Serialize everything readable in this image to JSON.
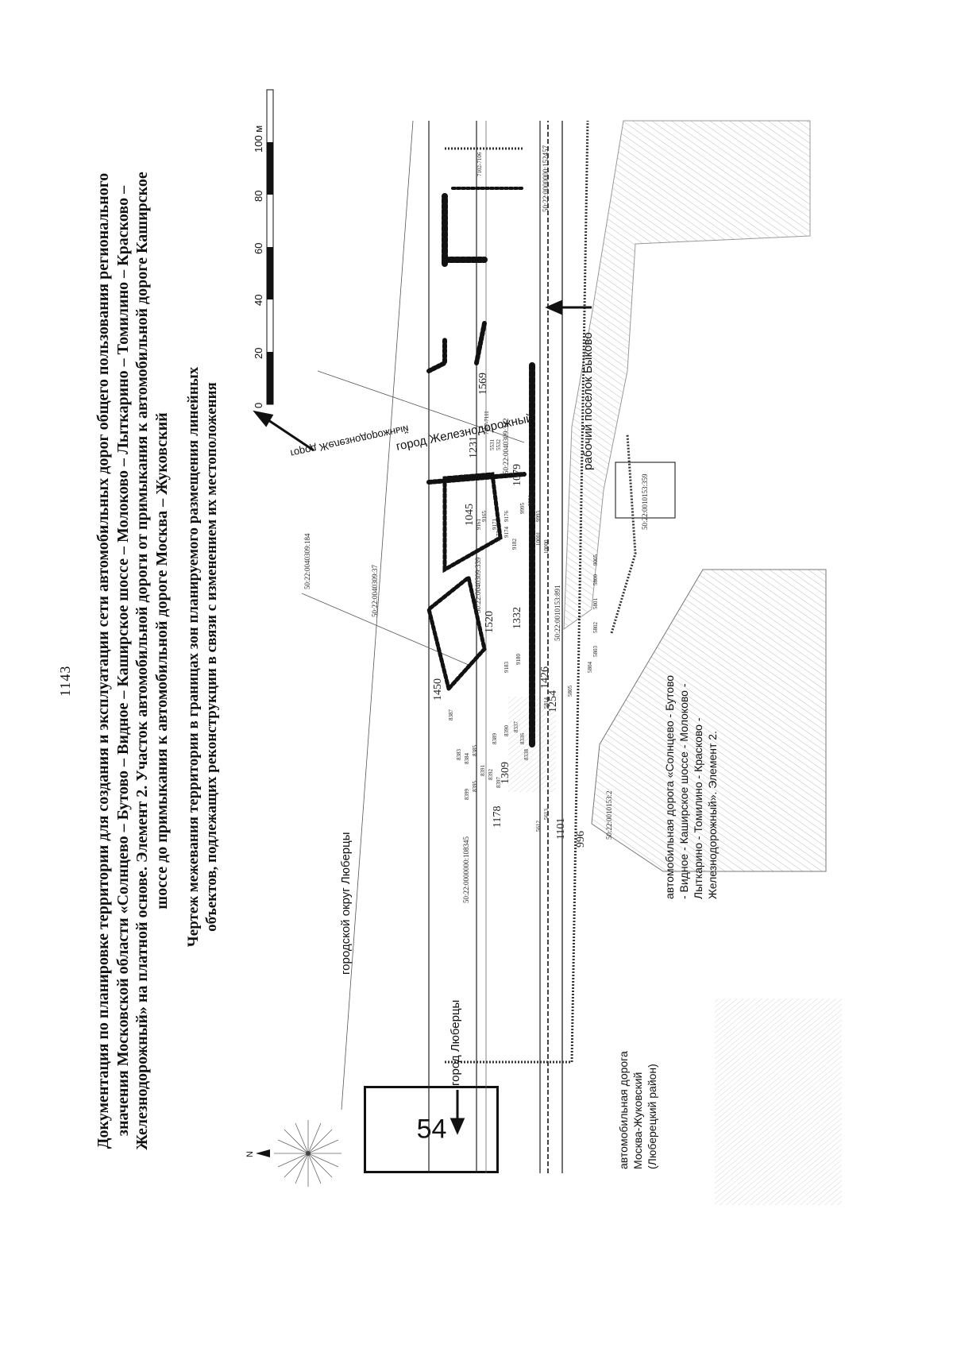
{
  "page_number": "1143",
  "title": "Документация по планировке территории для создания и эксплуатации сети автомобильных дорог общего пользования регионального значения Московской области «Солнцево – Бутово – Видное – Каширское шоссе – Молоково – Лыткарино – Томилино – Красково – Железнодорожный» на платной основе. Элемент 2. Участок автомобильной дороги от примыкания к автомобильной дороге Каширское шоссе до примыкания к автомобильной дороге Москва – Жуковский",
  "subtitle": "Чертеж межевания территории в границах зон планируемого размещения линейных объектов, подлежащих реконструкции в связи с изменением их местоположения",
  "sheet_number": "54",
  "north_symbol": "N",
  "scale": {
    "ticks": [
      "0",
      "20",
      "40",
      "60",
      "80",
      "100 м"
    ]
  },
  "labels": {
    "zheleznodorozhny_top": "город Железнодорожный",
    "zheleznodorozhny_mirror": "город Железнодорожный",
    "bykovo": "рабочий поселок Быково",
    "lyubertsy_okrug": "городской округ Люберцы",
    "lyubertsy_city": "город Люберцы",
    "road_moscow_zhukovsky": [
      "автомобильная дорога",
      "Москва-Жуковский",
      "(Люберецкий район)"
    ],
    "road_main": [
      "автомобильная дорога «Солнцево - Бутово",
      "- Видное - Каширское шоссе - Молоково -",
      "Лыткарино - Томилино - Красково -",
      "Железнодорожный». Элемент 2."
    ]
  },
  "parcel_numbers": [
    "1569",
    "1231",
    "1079",
    "1045",
    "1520",
    "1332",
    "1426",
    "1254",
    "1450",
    "1309",
    "1178",
    "1101",
    "996"
  ],
  "cadastral_numbers": [
    "50:22:0040309:339",
    "50:22:0040309:37",
    "50:22:0040309:342",
    "50:22:0010153:891",
    "50:22:0010153:359",
    "50:22:0010153:2",
    "50:22:0000000:108345",
    "50:22:0000000:152457",
    "50:22:0040309:184"
  ],
  "point_numbers": [
    "7102-7106",
    "7107-7111",
    "5531",
    "5532",
    "9161",
    "9165",
    "9171",
    "9176",
    "9182",
    "9173",
    "9174",
    "9995",
    "9991",
    "9993",
    "10001",
    "10000",
    "9183",
    "9180",
    "8389",
    "8383",
    "8384",
    "8385",
    "8387",
    "8391",
    "8392",
    "8395",
    "8397",
    "8399",
    "8390",
    "8336",
    "8337",
    "8338",
    "5612",
    "5613",
    "5814",
    "5805",
    "5804",
    "5803",
    "5802",
    "5801",
    "5800",
    "9005"
  ]
}
